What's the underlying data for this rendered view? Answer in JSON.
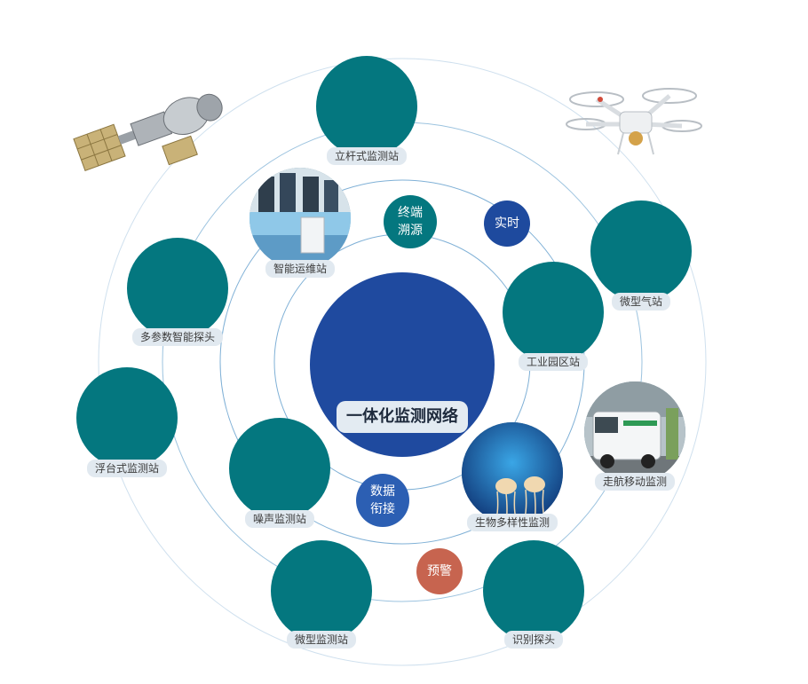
{
  "center": {
    "title": "一体化监测网络"
  },
  "nodes": {
    "liganshi": "立杆式监测站",
    "zhineng_yunwei": "智能运维站",
    "weixing_qizhan": "微型气站",
    "duocanshu": "多参数智能探头",
    "gongye_yuanqu": "工业园区站",
    "fuaishi": "浮台式监测站",
    "zouhang_yidong": "走航移动监测",
    "zaosheng": "噪声监测站",
    "shengwu": "生物多样性监测",
    "weixing_jiance": "微型监测站",
    "shibie_tantou": "识别探头"
  },
  "badges": {
    "zhongduan_line1": "终端",
    "zhongduan_line2": "溯源",
    "shishi": "实时",
    "shuju_line1": "数据",
    "shuju_line2": "衔接",
    "yujing": "预警"
  },
  "colors": {
    "teal": "#04777f",
    "blue": "#1e4a9e",
    "blue_mid": "#2c5fb3",
    "red": "#c7644f",
    "ring": "#8fb9d8"
  }
}
